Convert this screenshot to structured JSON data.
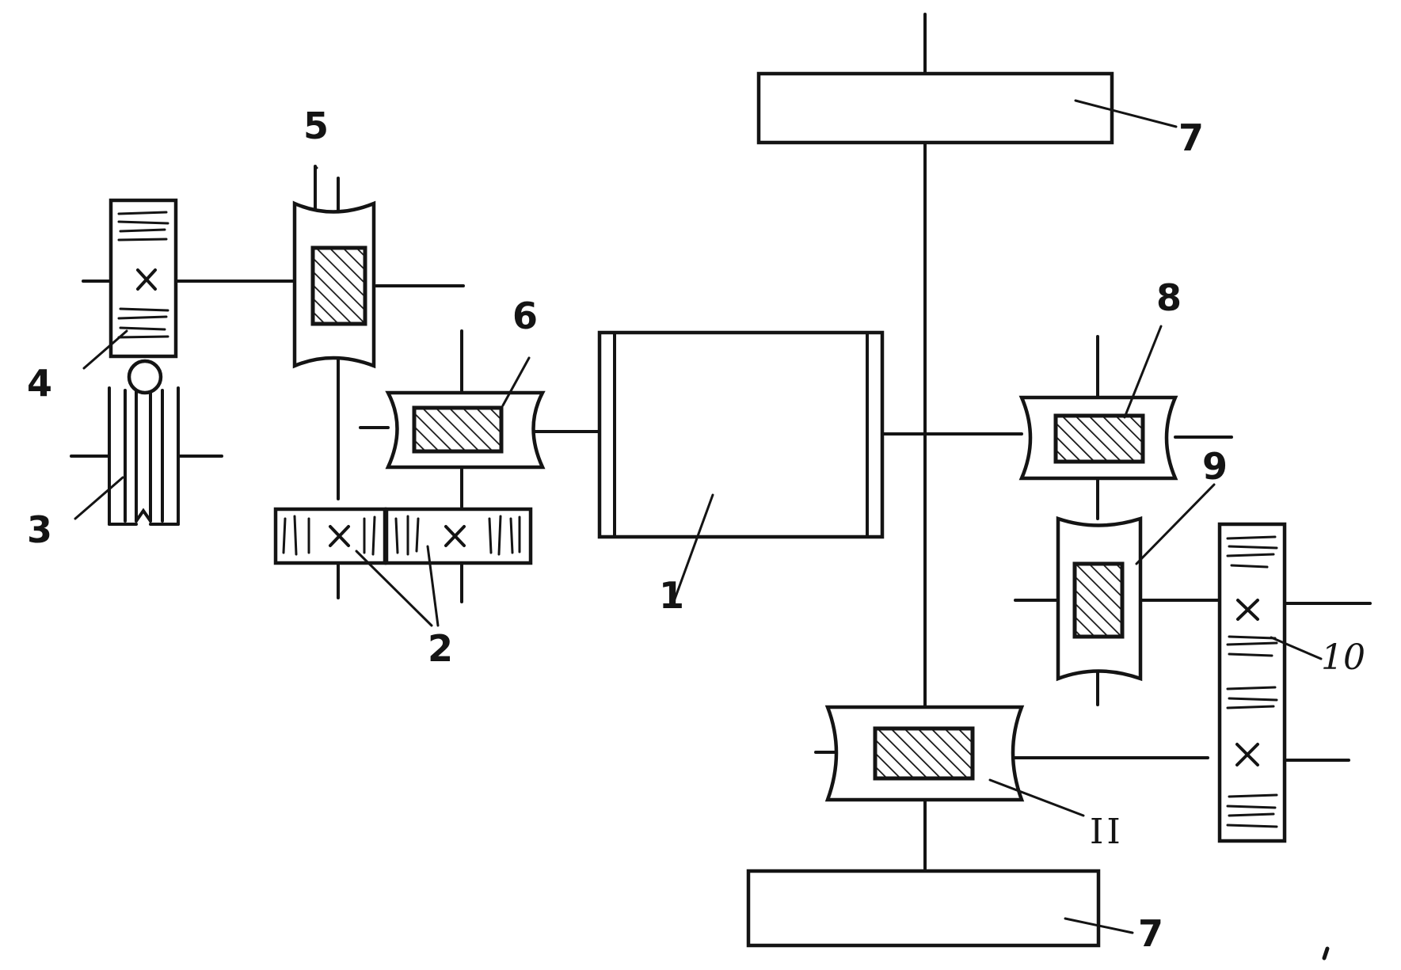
{
  "diagram": {
    "labels": {
      "l1": "1",
      "l2": "2",
      "l3": "3",
      "l4": "4",
      "l5": "5",
      "l6": "6",
      "l7_top": "7",
      "l7_bottom": "7",
      "l8": "8",
      "l9": "9",
      "l10": "10",
      "l11": "II"
    }
  }
}
